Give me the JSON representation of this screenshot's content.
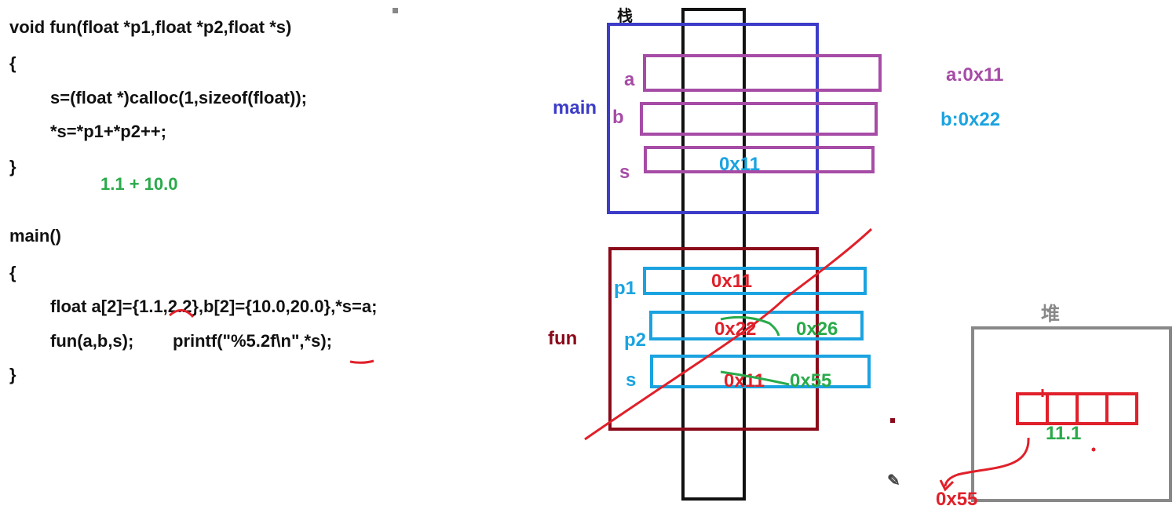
{
  "code": {
    "line1": "void fun(float *p1,float *p2,float *s)",
    "line2": "{",
    "line3": "s=(float *)calloc(1,sizeof(float));",
    "line4": "*s=*p1+*p2++;",
    "line5": "}",
    "sum_note": "1.1 + 10.0",
    "line6": "main()",
    "line7": "{",
    "line8": "float a[2]={1.1,2.2},b[2]={10.0,20.0},*s=a;",
    "line9_call": "fun(a,b,s);",
    "line9_print": "printf(\"%5.2f\\n\",*s);",
    "line10": "}"
  },
  "stack": {
    "title": "栈",
    "main_frame": {
      "label": "main",
      "vars": [
        {
          "name": "a",
          "value": ""
        },
        {
          "name": "b",
          "value": ""
        },
        {
          "name": "s",
          "value": "0x11"
        }
      ]
    },
    "fun_frame": {
      "label": "fun",
      "vars": [
        {
          "name": "p1",
          "value": "0x11",
          "new_value": ""
        },
        {
          "name": "p2",
          "value": "0x22",
          "new_value": "0x26"
        },
        {
          "name": "s",
          "value": "0x11",
          "new_value": "0x55"
        }
      ]
    },
    "addr_a": "a:0x11",
    "addr_b": "b:0x22"
  },
  "heap": {
    "title": "堆",
    "value": "11.1",
    "address": "0x55"
  },
  "colors": {
    "purple": "#a64ca6",
    "blue_frame": "#3c3cc8",
    "cyan": "#1aa3e0",
    "dark_red": "#8b0a1a",
    "red": "#e0202a",
    "green": "#2aaa4a",
    "gray": "#888888"
  }
}
